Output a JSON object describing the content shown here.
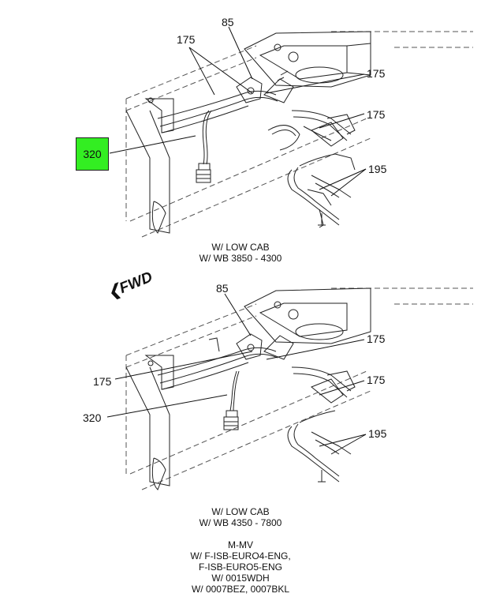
{
  "top_view": {
    "callouts": {
      "c85": "85",
      "c175_left": "175",
      "c175_right_top": "175",
      "c175_right_mid": "175",
      "c195": "195",
      "c320": "320"
    },
    "caption": [
      "W/ LOW CAB",
      "W/ WB 3850 - 4300"
    ]
  },
  "fwd_label": "FWD",
  "bottom_view": {
    "callouts": {
      "c85": "85",
      "c175_left": "175",
      "c175_right_top": "175",
      "c175_right_mid": "175",
      "c195": "195",
      "c320": "320"
    },
    "caption": [
      "W/ LOW CAB",
      "W/ WB 4350 - 7800"
    ]
  },
  "applicability": [
    "M-MV",
    "W/ F-ISB-EURO4-ENG,",
    "F-ISB-EURO5-ENG",
    "W/ 0015WDH",
    "W/ 0007BEZ, 0007BKL"
  ],
  "highlight_color": "#33ee22"
}
